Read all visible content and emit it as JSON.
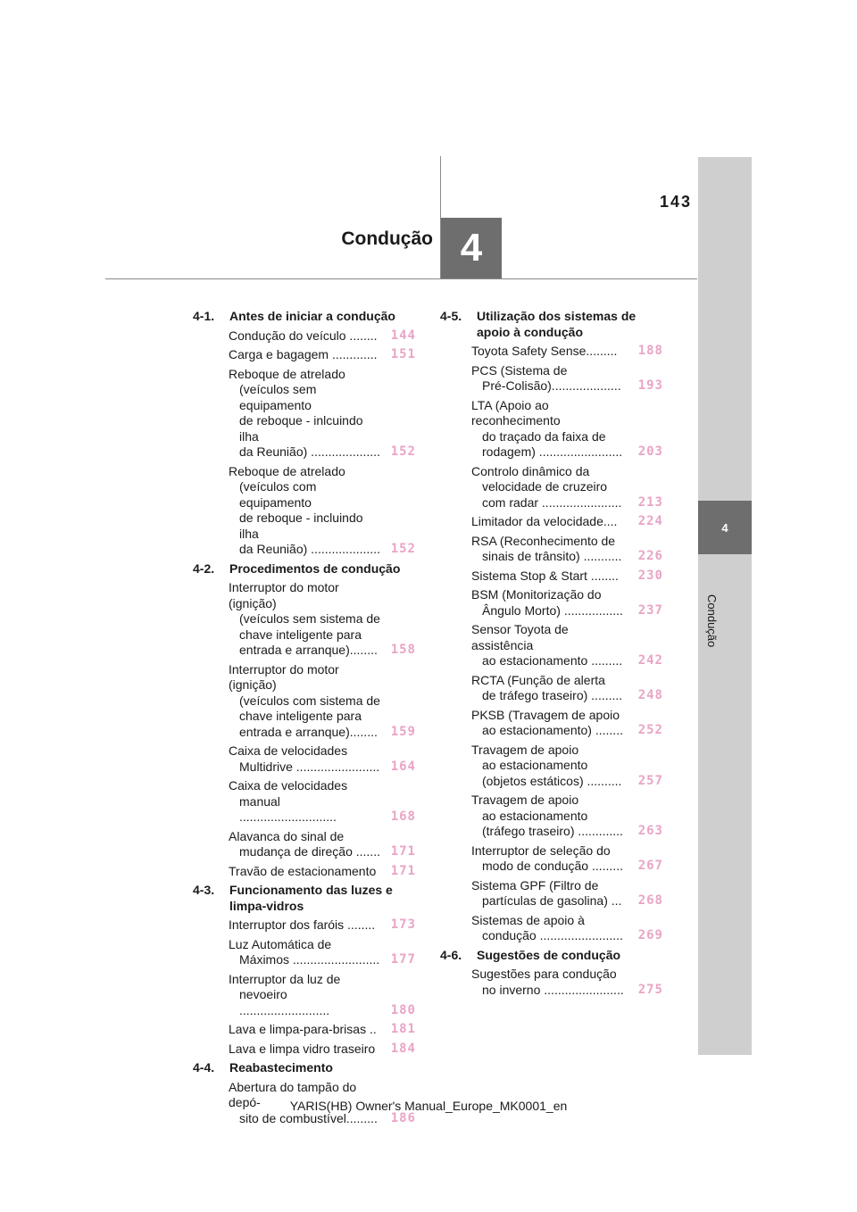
{
  "page_number": "143",
  "chapter": {
    "number": "4",
    "title": "Condução"
  },
  "side_tab": {
    "number": "4",
    "label": "Condução"
  },
  "footer": "YARIS(HB) Owner's Manual_Europe_MK0001_en",
  "col1": [
    {
      "num": "4-1.",
      "title": "Antes de iniciar a condução",
      "items": [
        {
          "lines": [
            "Condução do veículo ........"
          ],
          "page": "144"
        },
        {
          "lines": [
            "Carga e bagagem ............."
          ],
          "page": "151"
        },
        {
          "lines": [
            "Reboque de atrelado",
            "(veículos sem equipamento",
            "de reboque - inlcuindo ilha",
            "da Reunião) ...................."
          ],
          "page": "152"
        },
        {
          "lines": [
            "Reboque de atrelado",
            "(veículos com equipamento",
            "de reboque - incluindo ilha",
            "da Reunião) ...................."
          ],
          "page": "152"
        }
      ]
    },
    {
      "num": "4-2.",
      "title": "Procedimentos de condução",
      "items": [
        {
          "lines": [
            "Interruptor do motor (ignição)",
            "(veículos sem sistema de",
            "chave inteligente para",
            "entrada e arranque)........"
          ],
          "page": "158"
        },
        {
          "lines": [
            "Interruptor do motor (ignição)",
            "(veículos com sistema de",
            "chave inteligente para",
            "entrada e arranque)........"
          ],
          "page": "159"
        },
        {
          "lines": [
            "Caixa de velocidades",
            "Multidrive ........................"
          ],
          "page": "164"
        },
        {
          "lines": [
            "Caixa de velocidades",
            "manual ............................"
          ],
          "page": "168"
        },
        {
          "lines": [
            "Alavanca do sinal de",
            "mudança de direção ......."
          ],
          "page": "171"
        },
        {
          "lines": [
            "Travão de estacionamento"
          ],
          "page": "171"
        }
      ]
    },
    {
      "num": "4-3.",
      "title": "Funcionamento das luzes e limpa-vidros",
      "items": [
        {
          "lines": [
            "Interruptor dos faróis ........"
          ],
          "page": "173"
        },
        {
          "lines": [
            "Luz Automática de",
            "Máximos ........................."
          ],
          "page": "177"
        },
        {
          "lines": [
            "Interruptor da luz de",
            "nevoeiro .........................."
          ],
          "page": "180"
        },
        {
          "lines": [
            "Lava e limpa-para-brisas .."
          ],
          "page": "181"
        },
        {
          "lines": [
            "Lava e limpa vidro traseiro"
          ],
          "page": "184"
        }
      ]
    },
    {
      "num": "4-4.",
      "title": "Reabastecimento",
      "items": [
        {
          "lines": [
            "Abertura do tampão do depó-",
            "sito de combustível........."
          ],
          "page": "186"
        }
      ]
    }
  ],
  "col2": [
    {
      "num": "4-5.",
      "title": "Utilização dos sistemas de apoio à condução",
      "items": [
        {
          "lines": [
            "Toyota Safety Sense........."
          ],
          "page": "188"
        },
        {
          "lines": [
            "PCS (Sistema de",
            "Pré-Colisão)...................."
          ],
          "page": "193"
        },
        {
          "lines": [
            "LTA (Apoio ao reconhecimento",
            "do traçado da faixa de",
            "rodagem) ........................"
          ],
          "page": "203"
        },
        {
          "lines": [
            "Controlo dinâmico da",
            "velocidade de cruzeiro",
            "com radar ......................."
          ],
          "page": "213"
        },
        {
          "lines": [
            "Limitador da velocidade...."
          ],
          "page": "224"
        },
        {
          "lines": [
            "RSA (Reconhecimento de",
            "sinais de trânsito) ..........."
          ],
          "page": "226"
        },
        {
          "lines": [
            "Sistema Stop & Start ........"
          ],
          "page": "230"
        },
        {
          "lines": [
            "BSM (Monitorização do",
            "Ângulo Morto) ................."
          ],
          "page": "237"
        },
        {
          "lines": [
            "Sensor Toyota de assistência",
            "ao estacionamento ........."
          ],
          "page": "242"
        },
        {
          "lines": [
            "RCTA (Função de alerta",
            "de tráfego traseiro) ........."
          ],
          "page": "248"
        },
        {
          "lines": [
            "PKSB (Travagem de apoio",
            "ao estacionamento) ........"
          ],
          "page": "252"
        },
        {
          "lines": [
            "Travagem de apoio",
            "ao estacionamento",
            "(objetos estáticos) .........."
          ],
          "page": "257"
        },
        {
          "lines": [
            "Travagem de apoio",
            "ao estacionamento",
            "(tráfego traseiro) ............."
          ],
          "page": "263"
        },
        {
          "lines": [
            "Interruptor de seleção do",
            "modo de condução ........."
          ],
          "page": "267"
        },
        {
          "lines": [
            "Sistema GPF (Filtro de",
            "partículas de gasolina) ..."
          ],
          "page": "268"
        },
        {
          "lines": [
            "Sistemas de apoio à",
            "condução ........................"
          ],
          "page": "269"
        }
      ]
    },
    {
      "num": "4-6.",
      "title": "Sugestões de condução",
      "items": [
        {
          "lines": [
            "Sugestões para condução",
            "no inverno ......................."
          ],
          "page": "275"
        }
      ]
    }
  ],
  "colors": {
    "page_link": "#e9a4c6",
    "tab_dark": "#6e6e6e",
    "tab_light": "#cfcfcf"
  }
}
